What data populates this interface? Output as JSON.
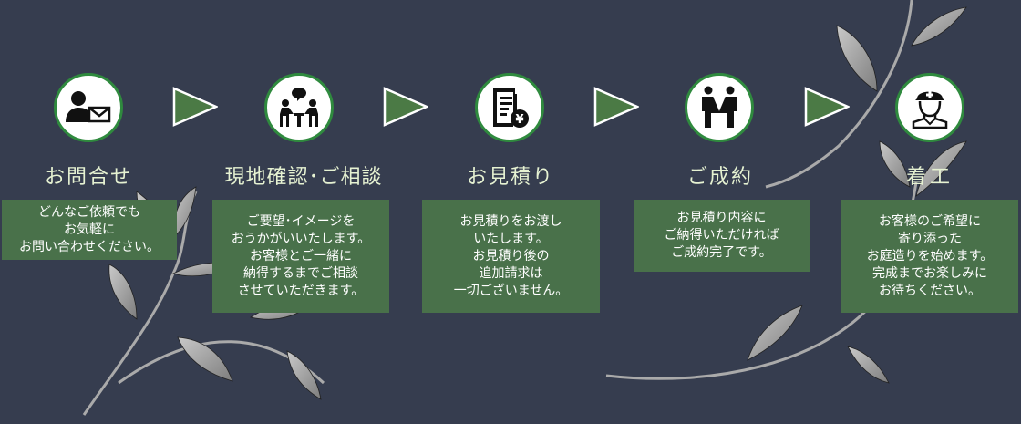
{
  "theme": {
    "background": "#363d4f",
    "box_green": "#49714a",
    "arrow_green": "#4b7a45",
    "title_color": "#e6f2d2",
    "circle_border": "#2f8a3e"
  },
  "steps": [
    {
      "icon": "person-mail-icon",
      "title": "お問合せ",
      "lines": [
        "どんなご依頼でも",
        "お気軽に",
        "お問い合わせください。"
      ]
    },
    {
      "icon": "consultation-icon",
      "title": "現地確認･ご相談",
      "lines": [
        "ご要望･イメージを",
        "おうかがいいたします。",
        "お客様とご一緒に",
        "納得するまでご相談",
        "させていただきます。"
      ]
    },
    {
      "icon": "estimate-document-yen-icon",
      "title": "お見積り",
      "lines": [
        "お見積りをお渡し",
        "いたします。",
        "お見積り後の",
        "追加請求は",
        "一切ございません。"
      ]
    },
    {
      "icon": "handshake-icon",
      "title": "ご成約",
      "lines": [
        "お見積り内容に",
        "ご納得いただければ",
        "ご成約完了です。"
      ]
    },
    {
      "icon": "construction-worker-icon",
      "title": "着工",
      "lines": [
        "お客様のご希望に",
        "寄り添った",
        "お庭造りを始めます。",
        "完成までお楽しみに",
        "お待ちください。"
      ]
    }
  ],
  "arrows": [
    "arrow-right-icon",
    "arrow-right-icon",
    "arrow-right-icon",
    "arrow-right-icon"
  ]
}
